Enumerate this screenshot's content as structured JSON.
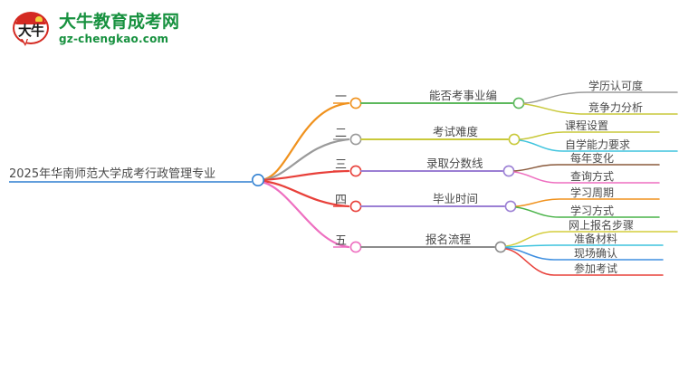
{
  "logo": {
    "mark_text": "大牛",
    "title": "大牛教育成考网",
    "subtitle": "gz-chengkao.com",
    "brand_green": "#17913f",
    "brand_red": "#d42a22"
  },
  "mindmap": {
    "root": {
      "label": "2025年华南师范大学成考行政管理专业",
      "node_color": "#2f7fd1"
    },
    "branches": [
      {
        "number": "一",
        "number_color": "#f0921e",
        "title": "能否考事业编",
        "title_color": "#5cb85c",
        "children": [
          {
            "label": "学历认可度",
            "color": "#9a9a9a"
          },
          {
            "label": "竞争力分析",
            "color": "#c9c93a"
          }
        ]
      },
      {
        "number": "二",
        "number_color": "#9a9a9a",
        "title": "考试难度",
        "title_color": "#c9c93a",
        "children": [
          {
            "label": "课程设置",
            "color": "#c9c93a"
          },
          {
            "label": "自学能力要求",
            "color": "#3fc4de"
          }
        ]
      },
      {
        "number": "三",
        "number_color": "#e8403a",
        "title": "录取分数线",
        "title_color": "#9b7fd4",
        "children": [
          {
            "label": "每年变化",
            "color": "#8a5a3c"
          },
          {
            "label": "查询方式",
            "color": "#ee6fc0"
          }
        ]
      },
      {
        "number": "四",
        "number_color": "#e8403a",
        "title": "毕业时间",
        "title_color": "#9b7fd4",
        "children": [
          {
            "label": "学习周期",
            "color": "#f0921e"
          },
          {
            "label": "学习方式",
            "color": "#49b348"
          }
        ]
      },
      {
        "number": "五",
        "number_color": "#ee6fc0",
        "title": "报名流程",
        "title_color": "#8c8c8c",
        "children": [
          {
            "label": "网上报名步骤",
            "color": "#d4cd3c"
          },
          {
            "label": "准备材料",
            "color": "#3fc4de"
          },
          {
            "label": "现场确认",
            "color": "#3f8fe0"
          },
          {
            "label": "参加考试",
            "color": "#e8403a"
          }
        ]
      }
    ]
  }
}
